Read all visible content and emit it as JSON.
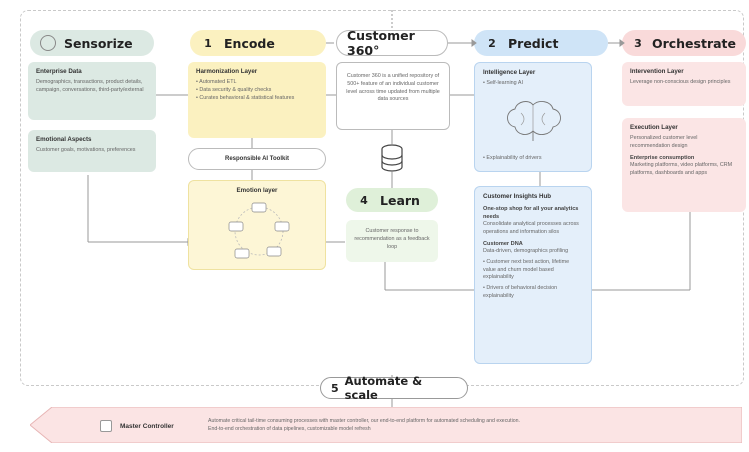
{
  "stages": {
    "sensorize": {
      "label": "Sensorize",
      "num": "○"
    },
    "encode": {
      "label": "Encode",
      "num": "1"
    },
    "customer360": {
      "label": "Customer 360°"
    },
    "predict": {
      "label": "Predict",
      "num": "2"
    },
    "orchestrate": {
      "label": "Orchestrate",
      "num": "3"
    },
    "learn": {
      "label": "Learn",
      "num": "4"
    },
    "automate": {
      "label": "Automate & scale",
      "num": "5"
    }
  },
  "sensorize_cards": {
    "enterprise": {
      "title": "Enterprise Data",
      "body": "Demographics, transactions, product details, campaign, conversations, third-party/external"
    },
    "emotional": {
      "title": "Emotional Aspects",
      "body": "Customer goals, motivations, preferences"
    }
  },
  "encode_cards": {
    "harmonization": {
      "title": "Harmonization Layer",
      "bullets": [
        "Automated ETL",
        "Data security & quality checks",
        "Curates behavioral & statistical features"
      ]
    },
    "toolkit": {
      "label": "Responsible AI Toolkit"
    },
    "emotion": {
      "title": "Emotion layer"
    }
  },
  "customer360_card": {
    "body": "Customer 360 is a unified repository of 500+ feature of an individual customer level across time updated from multiple data sources"
  },
  "learn_card": {
    "body": "Customer response to recommendation as a feedback loop"
  },
  "predict_cards": {
    "intelligence": {
      "title": "Intelligence Layer",
      "b1": "Self-learning AI",
      "b2": "Explainability of drivers"
    },
    "insights": {
      "title": "Customer Insights Hub",
      "sub1": "One-stop shop for all your analytics needs",
      "body1": "Consolidate analytical processes across operations and information silos",
      "sub2": "Customer DNA",
      "body2": "Data-driven, demographics profiling",
      "body3": "Customer next best action, lifetime value and churn model based explainability",
      "body4": "Drivers of behavioral decision explainability"
    }
  },
  "orchestrate_cards": {
    "intervention": {
      "title": "Intervention Layer",
      "body": "Leverage non-conscious design principles"
    },
    "execution": {
      "title": "Execution Layer",
      "body": "Personalized customer level recommendation design",
      "sub": "Enterprise consumption",
      "body2": "Marketing platforms, video platforms, CRM platforms, dashboards and apps"
    }
  },
  "master_controller": {
    "label": "Master Controller",
    "body1": "Automate critical tail-time consuming processes with master controller, our end-to-end platform for automated scheduling and execution.",
    "body2": "End-to-end orchestration of data pipelines, customizable model refresh"
  },
  "colors": {
    "sensorize": "#dce9e3",
    "encode": "#fbf1c0",
    "predict": "#cfe4f7",
    "orchestrate": "#f9dada",
    "learn": "#dff0d9",
    "neutral": "#ffffff"
  }
}
